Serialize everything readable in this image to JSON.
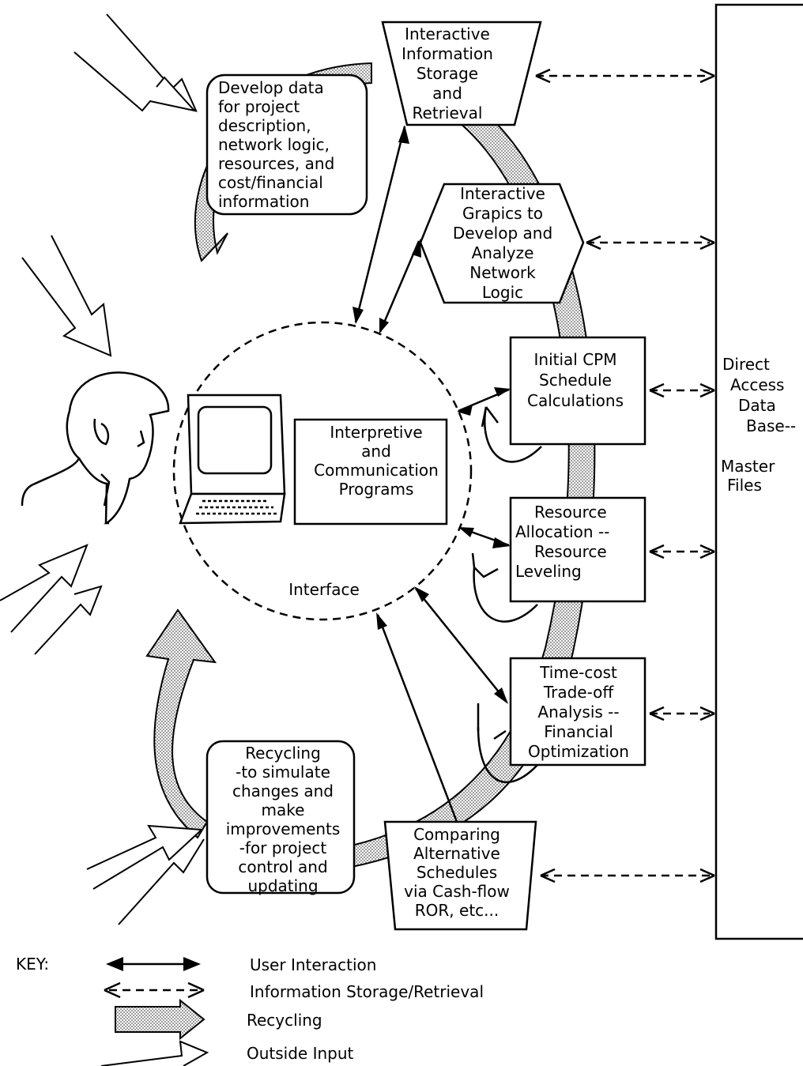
{
  "nodes": {
    "storage": [
      "Interactive",
      "Information",
      "Storage",
      "and",
      "Retrieval"
    ],
    "develop_data": [
      "Develop data",
      "for project",
      "description,",
      "network logic,",
      "resources, and",
      "cost/financial",
      "information"
    ],
    "graphics": [
      "Interactive",
      "Grapics to",
      "Develop and",
      "Analyze",
      "Network",
      "Logic"
    ],
    "cpm": [
      "Initial CPM",
      "Schedule",
      "Calculations"
    ],
    "interpretive": [
      "Interpretive",
      "and",
      "Communication",
      "Programs"
    ],
    "interface": "Interface",
    "resource": [
      "Resource",
      "Allocation --",
      "Resource",
      "Leveling"
    ],
    "timecost": [
      "Time-cost",
      "Trade-off",
      "Analysis --",
      "Financial",
      "Optimization"
    ],
    "recycling": [
      "Recycling",
      "-to simulate",
      "changes and",
      "make",
      "improvements",
      "-for project",
      "control and",
      "updating"
    ],
    "comparing": [
      "Comparing",
      "Alternative",
      "Schedules",
      "via Cash-flow",
      "ROR, etc..."
    ],
    "database": [
      "Direct",
      "Access",
      "Data",
      "Base--"
    ],
    "master": [
      "Master",
      "Files"
    ]
  },
  "key": {
    "title": "KEY:",
    "items": [
      "User Interaction",
      "Information Storage/Retrieval",
      "Recycling",
      "Outside Input"
    ]
  }
}
